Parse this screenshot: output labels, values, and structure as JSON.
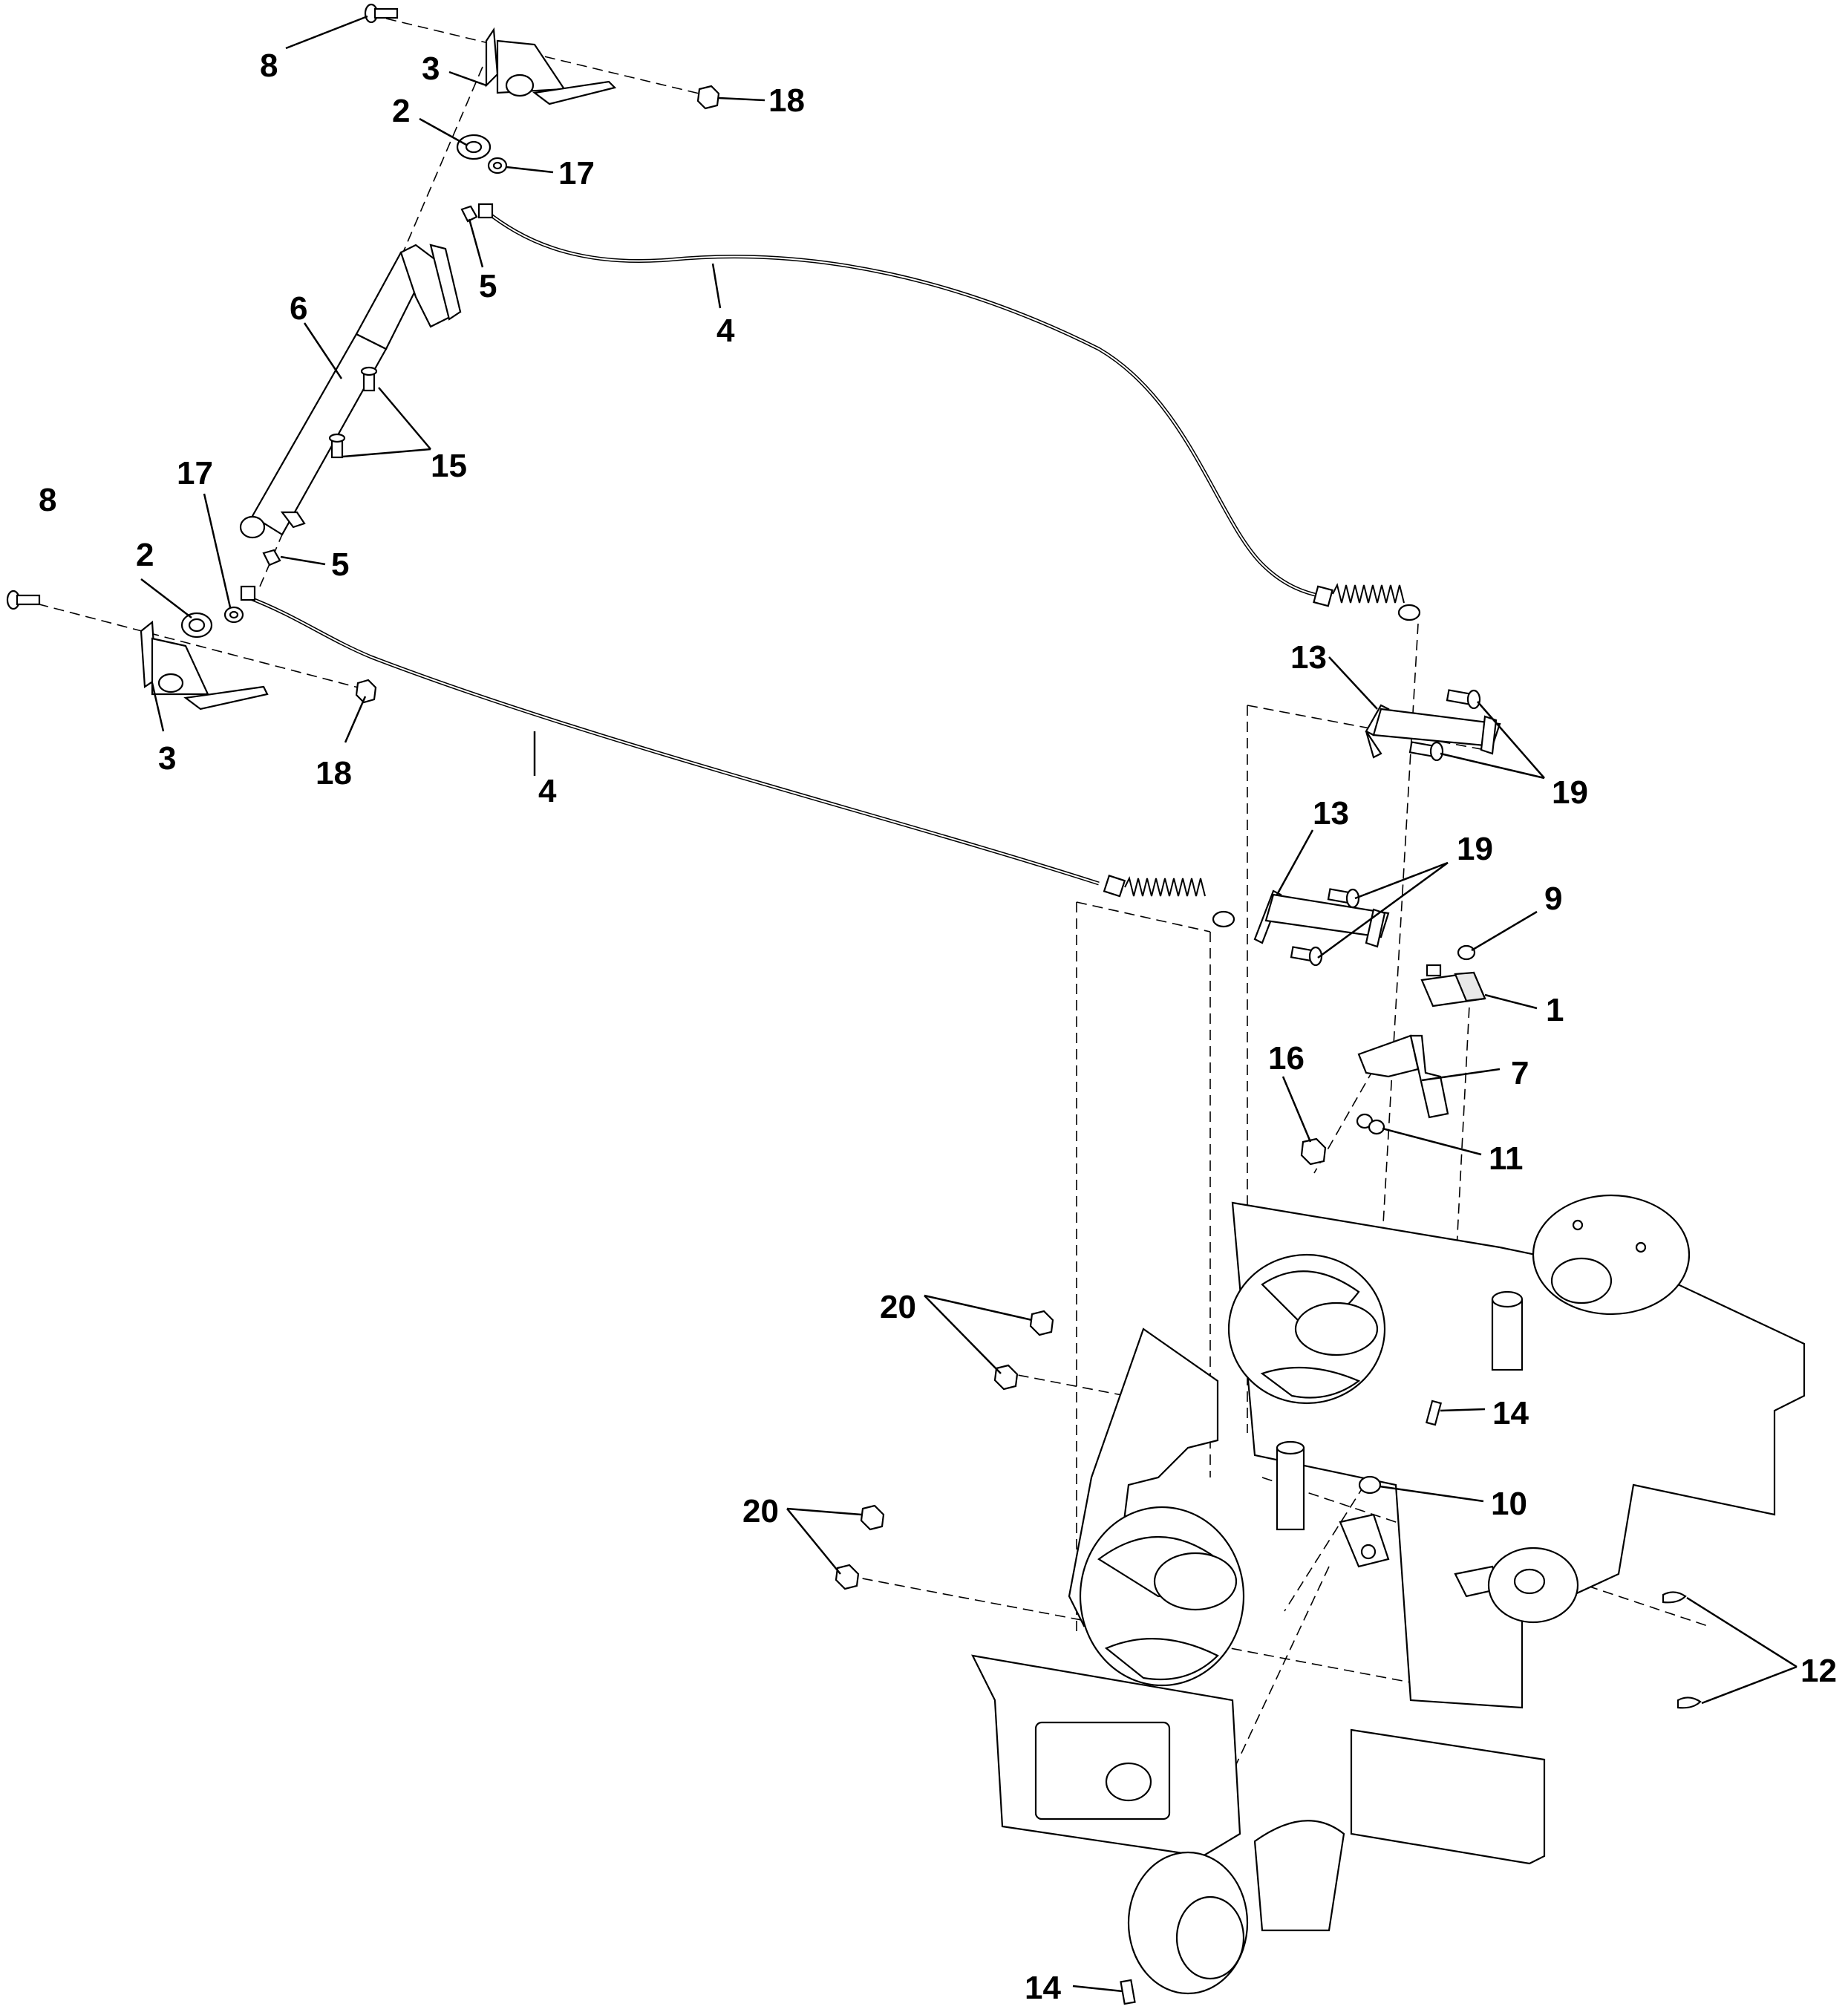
{
  "callouts": {
    "c1": "1",
    "c2a": "2",
    "c2b": "2",
    "c3a": "3",
    "c3b": "3",
    "c4a": "4",
    "c4b": "4",
    "c5a": "5",
    "c5b": "5",
    "c6": "6",
    "c7": "7",
    "c8a": "8",
    "c8b": "8",
    "c9": "9",
    "c10": "10",
    "c11": "11",
    "c12": "12",
    "c13a": "13",
    "c13b": "13",
    "c14a": "14",
    "c14b": "14",
    "c15": "15",
    "c16": "16",
    "c17a": "17",
    "c17b": "17",
    "c18a": "18",
    "c18b": "18",
    "c19a": "19",
    "c19b": "19",
    "c20a": "20",
    "c20b": "20"
  },
  "colors": {
    "line": "#000000",
    "background": "#ffffff"
  }
}
